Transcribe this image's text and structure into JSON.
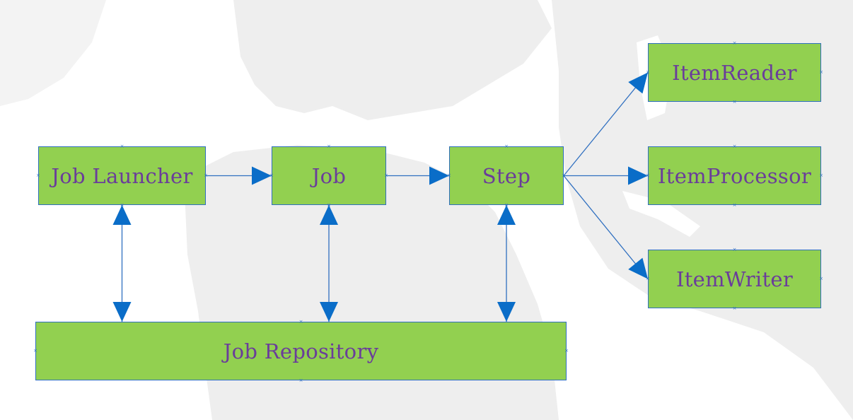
{
  "diagram": {
    "colors": {
      "box_fill": "#92d050",
      "box_border": "#2f6fc0",
      "label": "#6a3d9a",
      "connector": "#2f6fc0",
      "arrowhead": "#0a6dc8",
      "map_land": "#eeeeee",
      "map_water": "#ffffff"
    },
    "nodes": {
      "job_launcher": {
        "label": "Job Launcher"
      },
      "job": {
        "label": "Job"
      },
      "step": {
        "label": "Step"
      },
      "item_reader": {
        "label": "ItemReader"
      },
      "item_processor": {
        "label": "ItemProcessor"
      },
      "item_writer": {
        "label": "ItemWriter"
      },
      "job_repository": {
        "label": "Job Repository"
      }
    },
    "edges": [
      {
        "from": "job_launcher",
        "to": "job",
        "direction": "forward"
      },
      {
        "from": "job",
        "to": "step",
        "direction": "forward"
      },
      {
        "from": "step",
        "to": "item_reader",
        "direction": "forward"
      },
      {
        "from": "step",
        "to": "item_processor",
        "direction": "forward"
      },
      {
        "from": "step",
        "to": "item_writer",
        "direction": "forward"
      },
      {
        "from": "job_launcher",
        "to": "job_repository",
        "direction": "both"
      },
      {
        "from": "job",
        "to": "job_repository",
        "direction": "both"
      },
      {
        "from": "step",
        "to": "job_repository",
        "direction": "both"
      }
    ]
  }
}
